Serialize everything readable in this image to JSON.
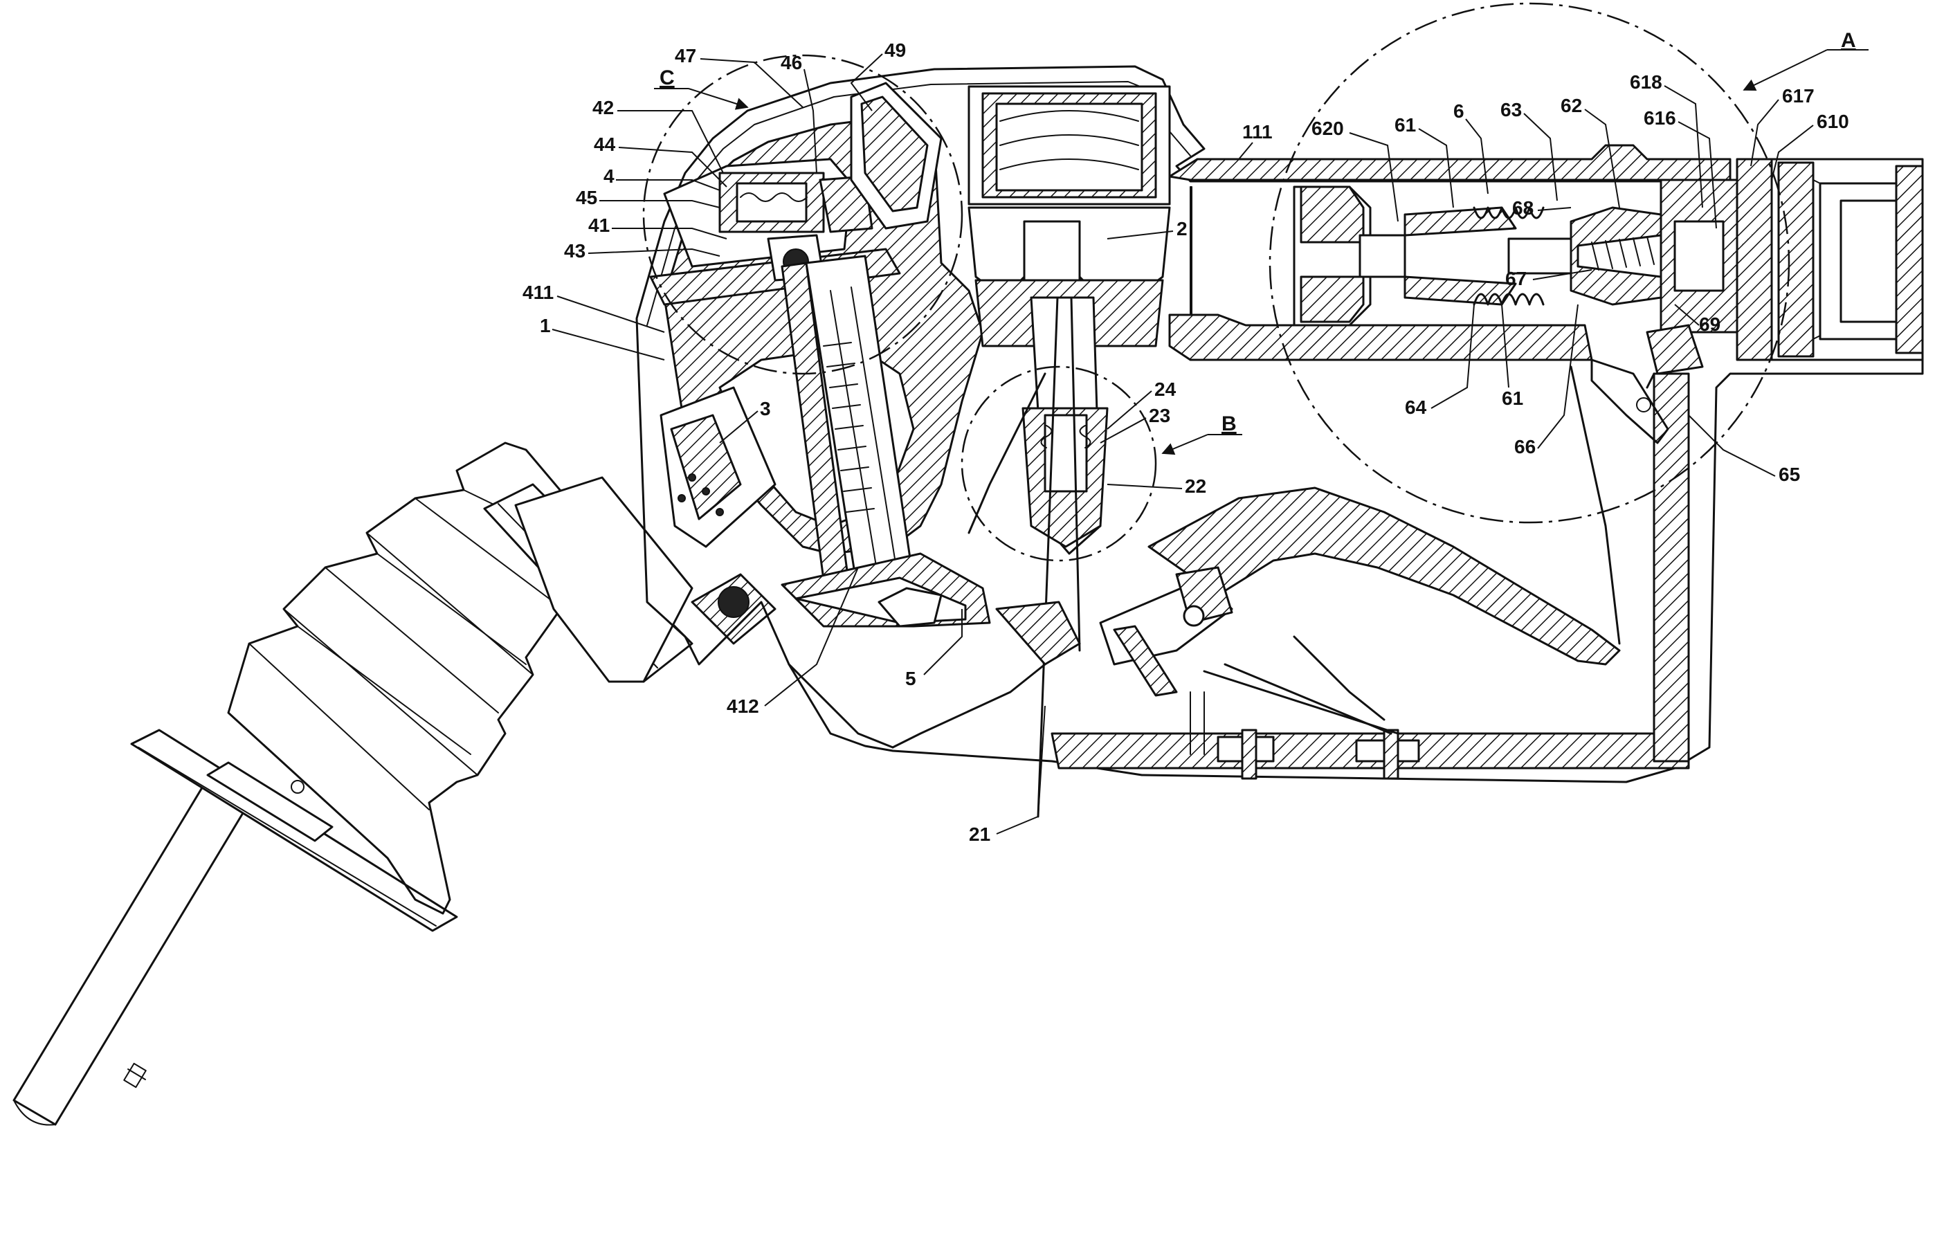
{
  "figure": {
    "section_markers": [
      {
        "id": "A",
        "text": "A"
      },
      {
        "id": "B",
        "text": "B"
      },
      {
        "id": "C",
        "text": "C"
      }
    ],
    "reference_numerals": [
      "47",
      "46",
      "49",
      "42",
      "44",
      "4",
      "45",
      "41",
      "43",
      "411",
      "1",
      "3",
      "111",
      "2",
      "620",
      "61",
      "6",
      "63",
      "62",
      "618",
      "616",
      "617",
      "610",
      "68",
      "67",
      "69",
      "64",
      "61",
      "66",
      "65",
      "24",
      "23",
      "22",
      "5",
      "412",
      "21"
    ]
  }
}
